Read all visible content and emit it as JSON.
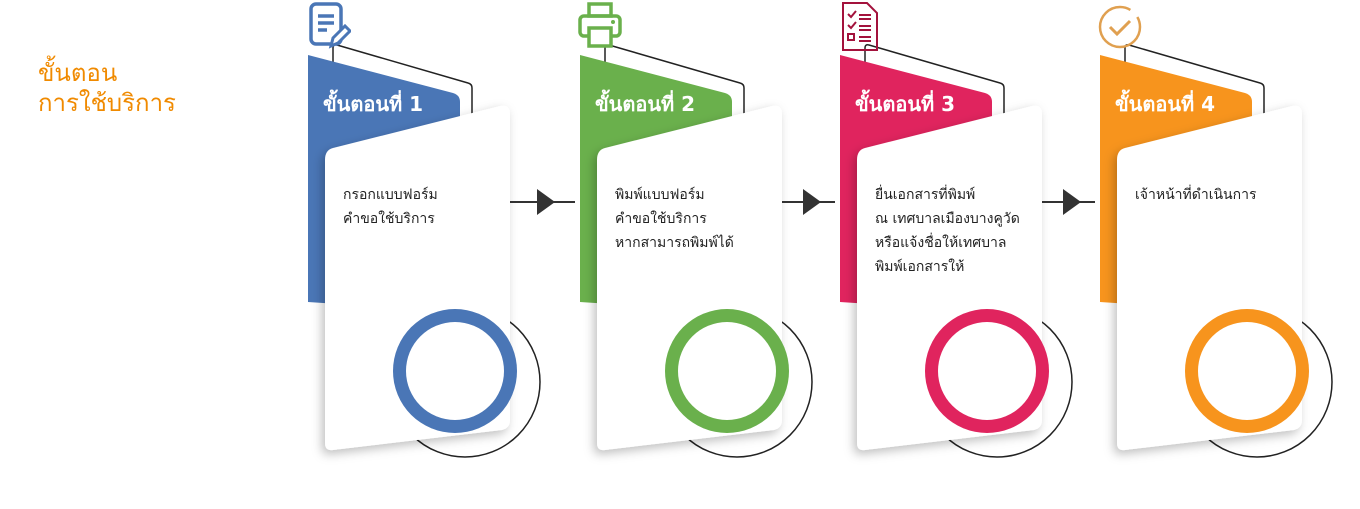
{
  "title": {
    "line1": "ขั้นตอน",
    "line2": "การใช้บริการ"
  },
  "steps": [
    {
      "title": "ขั้นตอนที่ 1",
      "desc": [
        "กรอกแบบฟอร์ม",
        "คำขอใช้บริการ"
      ],
      "icon": "document-edit-icon",
      "color": "#4a76b6"
    },
    {
      "title": "ขั้นตอนที่ 2",
      "desc": [
        "พิมพ์แบบฟอร์ม",
        "คำขอใช้บริการ",
        "หากสามารถพิมพ์ได้"
      ],
      "icon": "printer-icon",
      "color": "#6ab04c"
    },
    {
      "title": "ขั้นตอนที่ 3",
      "desc": [
        "ยื่นเอกสารที่พิมพ์",
        "ณ เทศบาลเมืองบางคูวัด",
        "หรือแจ้งชื่อให้เทศบาล",
        "พิมพ์เอกสารให้"
      ],
      "icon": "checklist-document-icon",
      "color": "#e0245e"
    },
    {
      "title": "ขั้นตอนที่ 4",
      "desc": [
        "เจ้าหน้าที่ดำเนินการ"
      ],
      "icon": "check-circle-icon",
      "color": "#f7941d"
    }
  ]
}
